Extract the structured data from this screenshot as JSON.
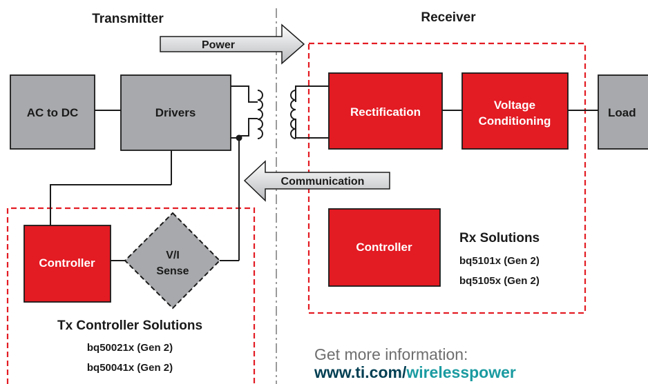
{
  "sections": {
    "transmitter": "Transmitter",
    "receiver": "Receiver"
  },
  "arrows": {
    "power": "Power",
    "communication": "Communication"
  },
  "blocks": {
    "ac_dc": "AC to DC",
    "drivers": "Drivers",
    "rectification": "Rectification",
    "voltage_conditioning": [
      "Voltage",
      "Conditioning"
    ],
    "load": "Load",
    "tx_controller": "Controller",
    "vi_sense": [
      "V/I",
      "Sense"
    ],
    "rx_controller": "Controller"
  },
  "tx_solutions": {
    "title": "Tx Controller Solutions",
    "parts": [
      "bq50021x (Gen 2)",
      "bq50041x (Gen 2)"
    ]
  },
  "rx_solutions": {
    "title": "Rx Solutions",
    "parts": [
      "bq5101x (Gen 2)",
      "bq5105x (Gen 2)"
    ]
  },
  "info": {
    "prompt": "Get more information:",
    "url_prefix": "www.ti.com/",
    "url_suffix": "wirelesspower"
  },
  "colors": {
    "red": "#e31b23",
    "gray": "#a7a9ac",
    "teal": "#1a9ba1",
    "url_dark": "#003e52"
  }
}
